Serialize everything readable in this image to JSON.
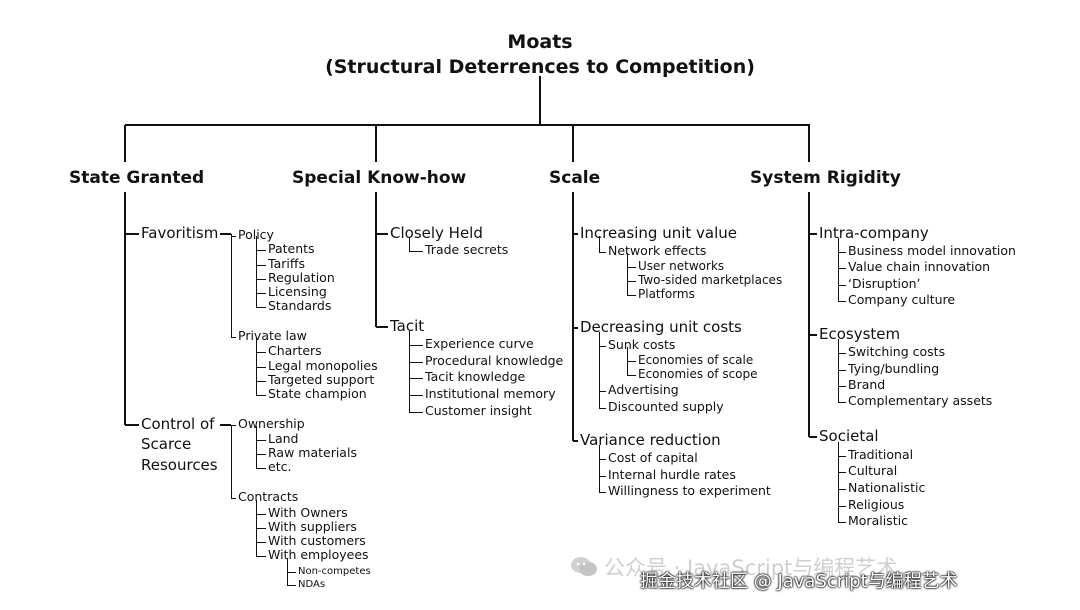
{
  "title": "Moats",
  "subtitle": "(Structural Deterrences to Competition)",
  "categories": [
    {
      "label": "State Granted"
    },
    {
      "label": "Special Know-how"
    },
    {
      "label": "Scale"
    },
    {
      "label": "System Rigidity"
    }
  ],
  "state": {
    "favoritism": "Favoritism",
    "policy": "Policy",
    "policy_items": [
      "Patents",
      "Tariffs",
      "Regulation",
      "Licensing",
      "Standards"
    ],
    "private_law": "Private law",
    "private_law_items": [
      "Charters",
      "Legal monopolies",
      "Targeted support",
      "State champion"
    ],
    "control_lines": [
      "Control of",
      "Scarce",
      "Resources"
    ],
    "ownership": "Ownership",
    "ownership_items": [
      "Land",
      "Raw materials",
      "etc."
    ],
    "contracts": "Contracts",
    "contracts_items": [
      "With Owners",
      "With suppliers",
      "With customers",
      "With employees"
    ],
    "employee_items": [
      "Non-competes",
      "NDAs"
    ]
  },
  "knowhow": {
    "closely_held": "Closely Held",
    "closely_items": [
      "Trade secrets"
    ],
    "tacit": "Tacit",
    "tacit_items": [
      "Experience curve",
      "Procedural knowledge",
      "Tacit knowledge",
      "Institutional memory",
      "Customer insight"
    ]
  },
  "scale": {
    "increasing": "Increasing unit value",
    "network": "Network effects",
    "network_items": [
      "User networks",
      "Two-sided marketplaces",
      "Platforms"
    ],
    "decreasing": "Decreasing unit costs",
    "sunk": "Sunk costs",
    "sunk_items": [
      "Economies of scale",
      "Economies of scope"
    ],
    "decreasing_items": [
      "Advertising",
      "Discounted supply"
    ],
    "variance": "Variance reduction",
    "variance_items": [
      "Cost of capital",
      "Internal hurdle rates",
      "Willingness to experiment"
    ]
  },
  "rigidity": {
    "intra": "Intra-company",
    "intra_items": [
      "Business model innovation",
      "Value chain innovation",
      "‘Disruption’",
      "Company culture"
    ],
    "ecosystem": "Ecosystem",
    "ecosystem_items": [
      "Switching costs",
      "Tying/bundling",
      "Brand",
      "Complementary assets"
    ],
    "societal": "Societal",
    "societal_items": [
      "Traditional",
      "Cultural",
      "Nationalistic",
      "Religious",
      "Moralistic"
    ]
  },
  "watermark": {
    "line1": "公众号 · JavaScript与编程艺术",
    "line2": "掘金技术社区 @ JavaScript与编程艺术",
    "icon": "wechat-icon"
  }
}
